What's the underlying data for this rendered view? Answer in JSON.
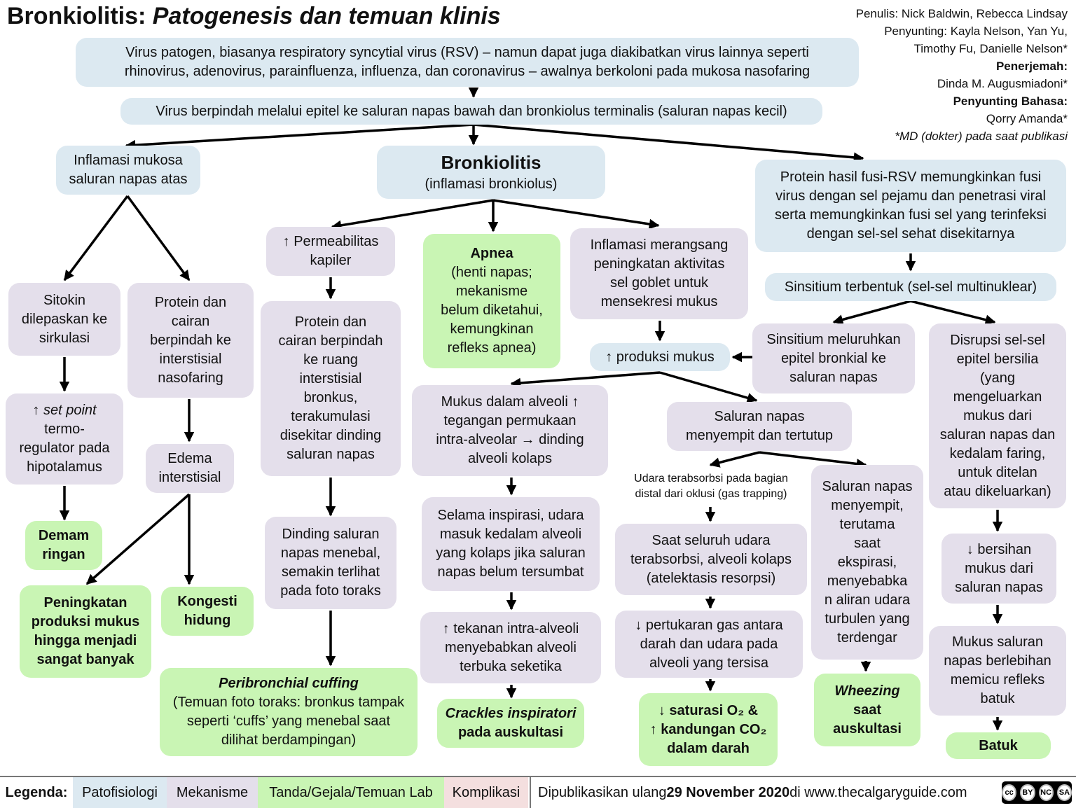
{
  "header": {
    "title_main": "Bronkiolitis:",
    "title_sub": "Patogenesis dan temuan klinis",
    "authors": [
      "Penulis:  Nick Baldwin, Rebecca Lindsay",
      "Penyunting: Kayla Nelson, Yan Yu,",
      "Timothy Fu, Danielle Nelson*",
      "Penerjemah:",
      "Dinda M. Augusmiadoni*",
      "Penyunting Bahasa:",
      "Qorry Amanda*",
      "*MD (dokter) pada saat publikasi"
    ]
  },
  "nodes": {
    "n1": [
      "Virus patogen, biasanya respiratory syncytial virus (RSV) – namun dapat juga diakibatkan virus lainnya seperti",
      "rhinovirus, adenovirus, parainfluenza, influenza, dan coronavirus – awalnya berkoloni pada mukosa nasofaring"
    ],
    "n2": [
      "Virus berpindah melalui epitel ke saluran napas bawah dan bronkiolus terminalis (saluran napas kecil)"
    ],
    "n3": [
      "Inflamasi mukosa",
      "saluran napas atas"
    ],
    "n4": [
      "Bronkiolitis",
      "(inflamasi bronkiolus)"
    ],
    "n5": [
      "Protein hasil fusi-RSV memungkinkan fusi",
      "virus dengan sel pejamu dan penetrasi viral",
      "serta memungkinkan fusi sel yang terinfeksi",
      "dengan sel-sel sehat disekitarnya"
    ],
    "n6": [
      "Sinsitium terbentuk (sel-sel multinuklear)"
    ],
    "n7": [
      "Sitokin",
      "dilepaskan ke",
      "sirkulasi"
    ],
    "n8": [
      "Protein dan",
      "cairan",
      "berpindah ke",
      "interstisial",
      "nasofaring"
    ],
    "n9": [
      "↑ set point",
      "termo-",
      "regulator pada",
      "hipotalamus"
    ],
    "n10": [
      "Edema",
      "interstisial"
    ],
    "n11": [
      "Demam",
      "ringan"
    ],
    "n12": [
      "Peningkatan",
      "produksi mukus",
      "hingga menjadi",
      "sangat banyak"
    ],
    "n13": [
      "Kongesti",
      "hidung"
    ],
    "n14": [
      "↑ Permeabilitas",
      "kapiler"
    ],
    "n15": [
      "Protein dan",
      "cairan berpindah",
      "ke ruang",
      "interstisial",
      "bronkus,",
      "terakumulasi",
      "disekitar dinding",
      "saluran napas"
    ],
    "n16": [
      "Dinding saluran",
      "napas menebal,",
      "semakin terlihat",
      "pada foto toraks"
    ],
    "n17": [
      "Peribronchial cuffing",
      "(Temuan foto toraks: bronkus tampak",
      "seperti ‘cuffs’ yang menebal saat",
      "dilihat berdampingan)"
    ],
    "n18": [
      "Apnea",
      "(henti napas;",
      "mekanisme",
      "belum diketahui,",
      "kemungkinan",
      "refleks apnea)"
    ],
    "n19": [
      "Mukus dalam alveoli ↑",
      "tegangan permukaan",
      "intra-alveolar → dinding",
      "alveoli kolaps"
    ],
    "n20": [
      "Selama inspirasi, udara",
      "masuk kedalam alveoli",
      "yang kolaps jika saluran",
      "napas belum tersumbat"
    ],
    "n21": [
      "↑ tekanan intra-alveoli",
      "menyebabkan alveoli",
      "terbuka seketika"
    ],
    "n22": [
      "Crackles inspiratori",
      "pada auskultasi"
    ],
    "n23": [
      "Inflamasi merangsang",
      "peningkatan aktivitas",
      "sel goblet untuk",
      "mensekresi mukus"
    ],
    "n24": [
      "↑ produksi mukus"
    ],
    "n25": [
      "Saluran napas",
      "menyempit dan tertutup"
    ],
    "n26": [
      "Udara terabsorbsi pada bagian",
      "distal dari oklusi (gas trapping)"
    ],
    "n27": [
      "Saat seluruh udara",
      "terabsorbsi, alveoli kolaps",
      "(atelektasis resorpsi)"
    ],
    "n28": [
      "↓ pertukaran gas antara",
      "darah dan udara pada",
      "alveoli yang tersisa"
    ],
    "n29": [
      "↓ saturasi O₂ &",
      "↑ kandungan CO₂",
      "dalam darah"
    ],
    "n30": [
      "Saluran napas",
      "menyempit,",
      "terutama",
      "saat",
      "ekspirasi,",
      "menyebabka",
      "n aliran udara",
      "turbulen yang",
      "terdengar"
    ],
    "n31": [
      "Wheezing",
      "saat",
      "auskultasi"
    ],
    "n32": [
      "Sinsitium meluruhkan",
      "epitel bronkial ke",
      "saluran napas"
    ],
    "n33": [
      "Disrupsi sel-sel",
      "epitel bersilia",
      "(yang",
      "mengeluarkan",
      "mukus dari",
      "saluran napas dan",
      "kedalam faring,",
      "untuk ditelan",
      "atau dikeluarkan)"
    ],
    "n34": [
      "↓ bersihan",
      "mukus dari",
      "saluran napas"
    ],
    "n35": [
      "Mukus saluran",
      "napas berlebihan",
      "memicu refleks",
      "batuk"
    ],
    "n36": [
      "Batuk"
    ]
  },
  "legend": {
    "label": "Legenda:",
    "items": [
      "Patofisiologi",
      "Mekanisme",
      "Tanda/Gejala/Temuan Lab",
      "Komplikasi"
    ],
    "colors": [
      "#dce9f1",
      "#e4dfeb",
      "#c9f5b4",
      "#f4dfdf"
    ]
  },
  "footer": {
    "published_prefix": "Dipublikasikan ulang",
    "published_date": "29 November 2020",
    "published_suffix": "di www.thecalgaryguide.com",
    "license": [
      "cc",
      "BY",
      "NC",
      "SA"
    ]
  }
}
